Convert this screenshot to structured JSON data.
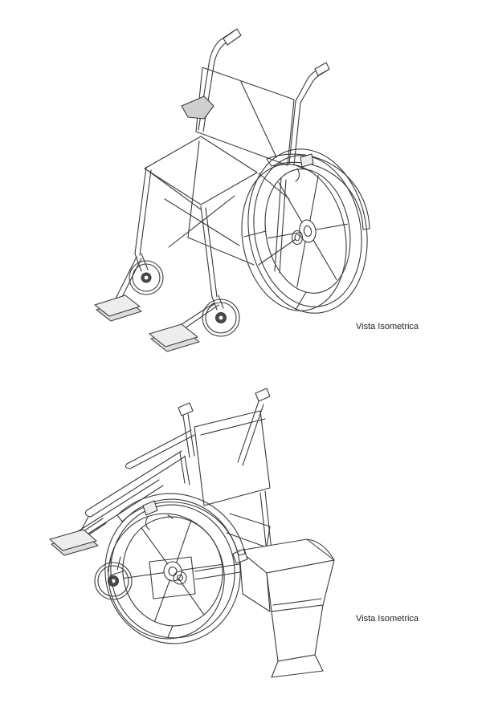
{
  "page": {
    "background_color": "#ffffff",
    "text_color": "#1f1f1f"
  },
  "views": [
    {
      "id": "top",
      "label": "Vista Isometrica"
    },
    {
      "id": "bottom",
      "label": "Vista Isometrica"
    }
  ]
}
